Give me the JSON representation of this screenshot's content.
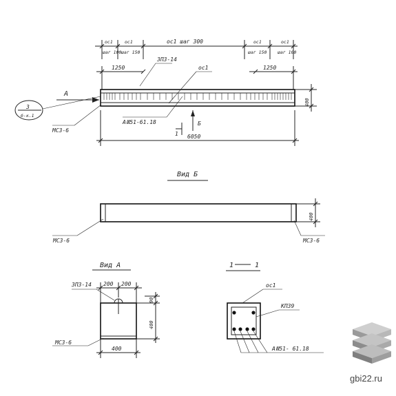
{
  "top_dims": {
    "seg_left_a": "ос1",
    "seg_left_a_sub": "шаг 100",
    "seg_left_b": "ос1",
    "seg_left_b_sub": "шаг 150",
    "seg_mid": "ос1 шаг 300",
    "seg_right_b": "ос1",
    "seg_right_b_sub": "шаг 150",
    "seg_right_a": "ос1",
    "seg_right_a_sub": "шаг 100"
  },
  "elevation": {
    "dim_left": "1250",
    "dim_right": "1250",
    "mark_top": "ЗП3-14",
    "mark_os": "ос1",
    "mark_frame": "АⅢ51-61.18",
    "mark_end": "МС3-6",
    "height": "400",
    "length": "6050",
    "arrow_a": "А",
    "arrow_b": "Б",
    "section_no": "1",
    "callout_num": "3",
    "callout_ref": "б-к.1"
  },
  "view_b": {
    "title": "Вид Б",
    "left_mark": "МС3-6",
    "right_mark": "МС3-6",
    "height": "400"
  },
  "view_a": {
    "title": "Вид А",
    "mark_top": "ЗП3-14",
    "mark_bottom": "МС3-6",
    "dim_200a": "200",
    "dim_200b": "200",
    "dim_90": "90",
    "height": "400",
    "width": "400"
  },
  "section_11": {
    "title_left": "1",
    "title_right": "1",
    "mark_os": "ос1",
    "mark_kp": "КП39",
    "mark_frame": "АⅢ51- 61.18"
  },
  "watermark": {
    "text": "gbi22.ru"
  }
}
